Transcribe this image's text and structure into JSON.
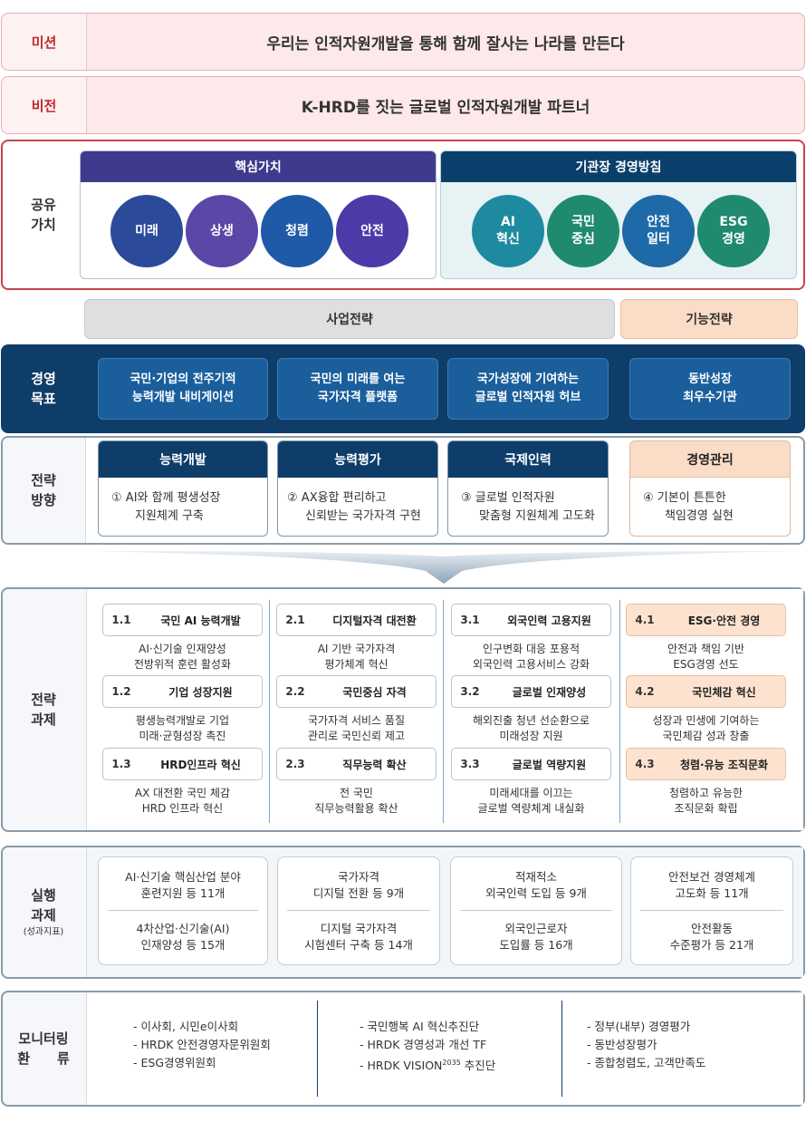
{
  "mission": {
    "label": "미션",
    "text": "우리는 인적자원개발을 통해 함께 잘사는 나라를 만든다"
  },
  "vision": {
    "label": "비전",
    "text": "K-HRD를 짓는 글로벌 인적자원개발 파트너"
  },
  "shared_values": {
    "label_line1": "공유",
    "label_line2": "가치",
    "core": {
      "title": "핵심가치",
      "items": [
        "미래",
        "상생",
        "청렴",
        "안전"
      ]
    },
    "policy": {
      "title": "기관장 경영방침",
      "items": [
        {
          "l1": "AI",
          "l2": "혁신"
        },
        {
          "l1": "국민",
          "l2": "중심"
        },
        {
          "l1": "안전",
          "l2": "일터"
        },
        {
          "l1": "ESG",
          "l2": "경영"
        }
      ]
    }
  },
  "strategy_bars": {
    "business": "사업전략",
    "function": "기능전략"
  },
  "goals": {
    "label_line1": "경영",
    "label_line2": "목표",
    "items": [
      {
        "l1": "국민·기업의 전주기적",
        "l2": "능력개발 내비게이션"
      },
      {
        "l1": "국민의 미래를 여는",
        "l2": "국가자격 플랫폼"
      },
      {
        "l1": "국가성장에 기여하는",
        "l2": "글로벌 인적자원 허브"
      },
      {
        "l1": "동반성장",
        "l2": "최우수기관"
      }
    ]
  },
  "directions": {
    "label_line1": "전략",
    "label_line2": "방향",
    "items": [
      {
        "title": "능력개발",
        "num": "①",
        "l1": "AI와 함께 평생성장",
        "l2": "지원체계 구축"
      },
      {
        "title": "능력평가",
        "num": "②",
        "l1": "AX융합 편리하고",
        "l2": "신뢰받는 국가자격 구현"
      },
      {
        "title": "국제인력",
        "num": "③",
        "l1": "글로벌 인적자원",
        "l2": "맞춤형 지원체계 고도화"
      },
      {
        "title": "경영관리",
        "num": "④",
        "l1": "기본이 튼튼한",
        "l2": "책임경영 실현"
      }
    ]
  },
  "tasks": {
    "label_line1": "전략",
    "label_line2": "과제",
    "columns": [
      [
        {
          "num": "1.1",
          "name": "국민 AI 능력개발",
          "d1": "AI·신기술 인재양성",
          "d2": "전방위적 훈련 활성화"
        },
        {
          "num": "1.2",
          "name": "기업 성장지원",
          "d1": "평생능력개발로 기업",
          "d2": "미래·균형성장 촉진"
        },
        {
          "num": "1.3",
          "name": "HRD인프라 혁신",
          "d1": "AX 대전환 국민 체감",
          "d2": "HRD 인프라 혁신"
        }
      ],
      [
        {
          "num": "2.1",
          "name": "디지털자격 대전환",
          "d1": "AI 기반 국가자격",
          "d2": "평가체계 혁신"
        },
        {
          "num": "2.2",
          "name": "국민중심 자격",
          "d1": "국가자격 서비스 품질",
          "d2": "관리로 국민신뢰 제고"
        },
        {
          "num": "2.3",
          "name": "직무능력 확산",
          "d1": "전 국민",
          "d2": "직무능력활용 확산"
        }
      ],
      [
        {
          "num": "3.1",
          "name": "외국인력 고용지원",
          "d1": "인구변화 대응 포용적",
          "d2": "외국인력 고용서비스 강화"
        },
        {
          "num": "3.2",
          "name": "글로벌 인재양성",
          "d1": "해외진출 청년 선순환으로",
          "d2": "미래성장 지원"
        },
        {
          "num": "3.3",
          "name": "글로벌 역량지원",
          "d1": "미래세대를 이끄는",
          "d2": "글로벌 역량체계 내실화"
        }
      ],
      [
        {
          "num": "4.1",
          "name": "ESG·안전 경영",
          "d1": "안전과 책임 기반",
          "d2": "ESG경영 선도"
        },
        {
          "num": "4.2",
          "name": "국민체감 혁신",
          "d1": "성장과 민생에 기여하는",
          "d2": "국민체감 성과 창출"
        },
        {
          "num": "4.3",
          "name": "청렴·유능 조직문화",
          "d1": "청렴하고 유능한",
          "d2": "조직문화 확립"
        }
      ]
    ]
  },
  "execution": {
    "label_line1": "실행",
    "label_line2": "과제",
    "label_line3": "(성과지표)",
    "items": [
      {
        "a1": "AI·신기술 핵심산업 분야",
        "a2": "훈련지원 등 11개",
        "b1": "4차산업·신기술(AI)",
        "b2": "인재양성 등 15개"
      },
      {
        "a1": "국가자격",
        "a2": "디지털 전환 등 9개",
        "b1": "디지털 국가자격",
        "b2": "시험센터 구축 등 14개"
      },
      {
        "a1": "적재적소",
        "a2": "외국인력 도입 등 9개",
        "b1": "외국인근로자",
        "b2": "도입률 등 16개"
      },
      {
        "a1": "안전보건 경영체계",
        "a2": "고도화 등 11개",
        "b1": "안전활동",
        "b2": "수준평가 등 21개"
      }
    ]
  },
  "monitoring": {
    "label_line1": "모니터링",
    "label_line2": "환　　류",
    "col1": [
      "- 이사회, 시민e이사회",
      "- HRDK 안전경영자문위원회",
      "- ESG경영위원회"
    ],
    "col2": [
      "- 국민행복 AI 혁신추진단",
      "- HRDK 경영성과 개선 TF"
    ],
    "col2_last": {
      "text": "- HRDK VISION",
      "sup": "2035",
      "tail": " 추진단"
    },
    "col3": [
      "- 정부(내부) 경영평가",
      "- 동반성장평가",
      "- 종합청렴도, 고객만족도"
    ]
  },
  "colors": {
    "mission_red": "#c1272d",
    "navy": "#0e3d69",
    "goal_blue": "#1a5e9c",
    "core_circle_1": "#2b4a9a",
    "core_circle_2": "#5b47a6",
    "core_circle_3": "#1e5aa8",
    "core_circle_4": "#4b3aa8",
    "policy_circle_1": "#1e8aa0",
    "policy_circle_2": "#1f8a6f",
    "policy_circle_3": "#1e6aa8",
    "policy_circle_4": "#1f8a6f",
    "function_orange": "#fbdcc6"
  }
}
